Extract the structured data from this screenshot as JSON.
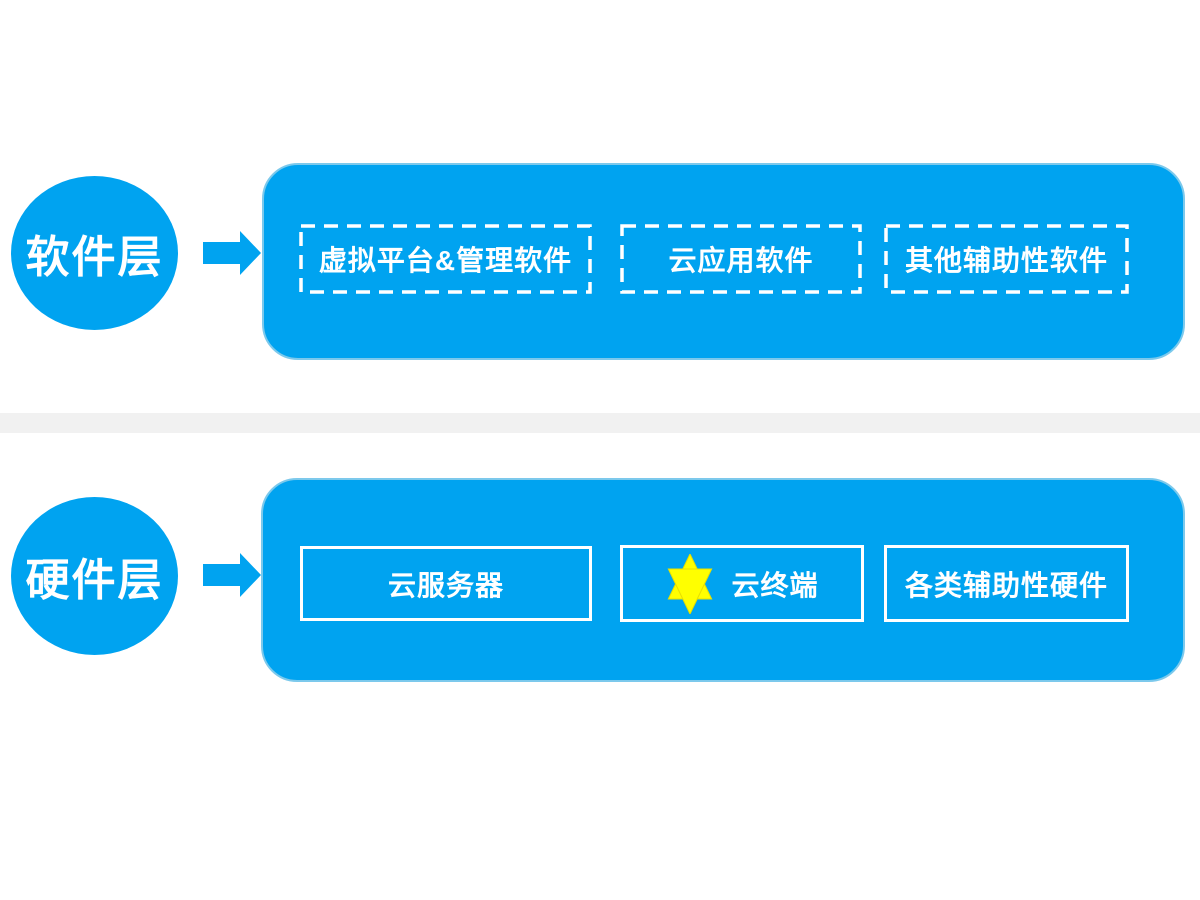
{
  "colors": {
    "primary_blue": "#00a3f0",
    "panel_edge": "#7cc9ec",
    "divider_gray": "#f1f1f1",
    "star_yellow": "#ffff00",
    "star_edge": "#e8df00",
    "text_white": "#ffffff"
  },
  "layers": [
    {
      "id": "software-layer",
      "circle_label": "软件层",
      "items": [
        {
          "label": "虚拟平台&管理软件",
          "border": "dashed"
        },
        {
          "label": "云应用软件",
          "border": "dashed"
        },
        {
          "label": "其他辅助性软件",
          "border": "dashed"
        }
      ]
    },
    {
      "id": "hardware-layer",
      "circle_label": "硬件层",
      "items": [
        {
          "label": "云服务器",
          "border": "solid"
        },
        {
          "label": "云终端",
          "border": "solid",
          "icon": "six-pointed-star"
        },
        {
          "label": "各类辅助性硬件",
          "border": "solid"
        }
      ]
    }
  ]
}
